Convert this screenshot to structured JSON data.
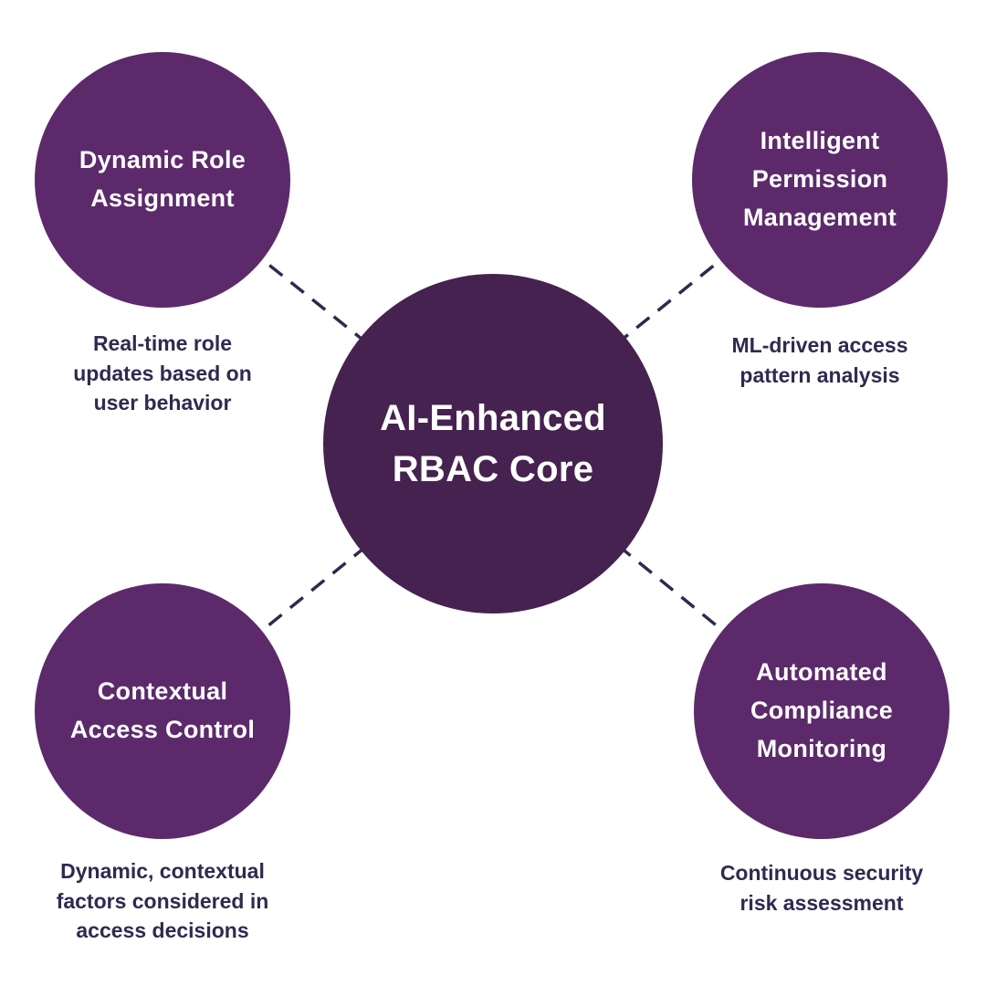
{
  "diagram_title": "AI-Enhanced RBAC Core diagram",
  "center": {
    "label": "AI-Enhanced RBAC Core"
  },
  "nodes": [
    {
      "id": "dynamic-role-assignment",
      "label": "Dynamic Role Assignment",
      "caption": "Real-time role updates based on user behavior",
      "position": "top-left"
    },
    {
      "id": "intelligent-permission-management",
      "label": "Intelligent Permission Management",
      "caption": "ML-driven access pattern analysis",
      "position": "top-right"
    },
    {
      "id": "contextual-access-control",
      "label": "Contextual Access Control",
      "caption": "Dynamic, contextual factors considered in access decisions",
      "position": "bottom-left"
    },
    {
      "id": "automated-compliance-monitoring",
      "label": "Automated Compliance Monitoring",
      "caption": "Continuous security risk assessment",
      "position": "bottom-right"
    }
  ],
  "colors": {
    "center_circle": "#45224f",
    "node_circle": "#5c2a6b",
    "label_text": "#ffffff",
    "caption_text": "#2e2b4f",
    "connector": "#2d2b4e",
    "background": "#ffffff"
  }
}
